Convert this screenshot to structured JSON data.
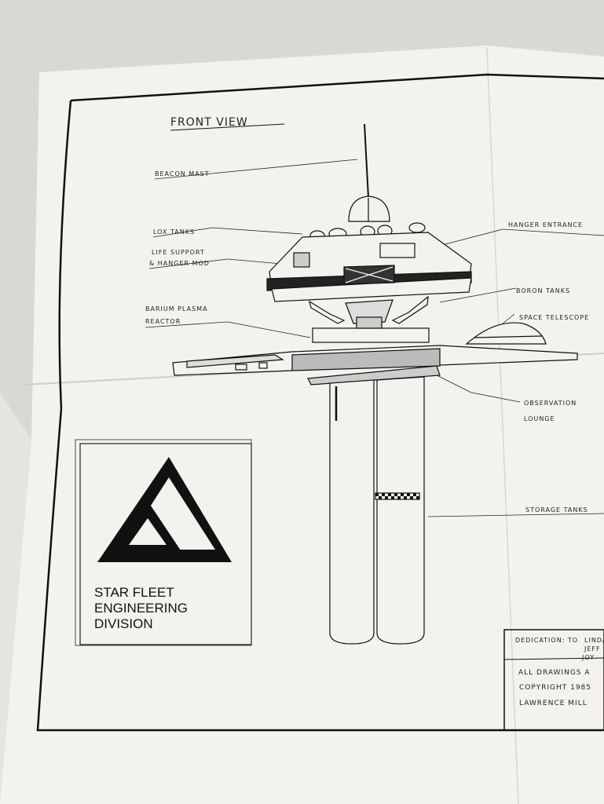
{
  "header": {
    "title": "FRONT VIEW"
  },
  "labels": {
    "beacon_mast": "BEACON MAST",
    "lox_tanks": "LOX TANKS",
    "life_support_1": "LIFE SUPPORT",
    "life_support_2": "& HANGER MOD",
    "barium_1": "BARIUM PLASMA",
    "barium_2": "REACTOR",
    "hanger_entrance": "HANGER ENTRANCE",
    "boron_tanks": "BORON TANKS",
    "space_telescope": "SPACE TELESCOPE",
    "observation_1": "OBSERVATION",
    "observation_2": "LOUNGE",
    "storage_tanks": "STORAGE TANKS"
  },
  "logo_block": {
    "line1": "STAR FLEET",
    "line2": "ENGINEERING",
    "line3": "DIVISION"
  },
  "title_block": {
    "dedication_prefix": "DEDICATION: TO",
    "dedication_1": "LINDA",
    "dedication_2": "JEFF",
    "dedication_3": "JOY",
    "line_drawings": "ALL DRAWINGS A",
    "line_copyright": "COPYRIGHT 1985",
    "line_author": "LAWRENCE MILL"
  },
  "colors": {
    "paper": "#f4f2ec",
    "ink": "#111111",
    "background": "#d9d8d4"
  }
}
